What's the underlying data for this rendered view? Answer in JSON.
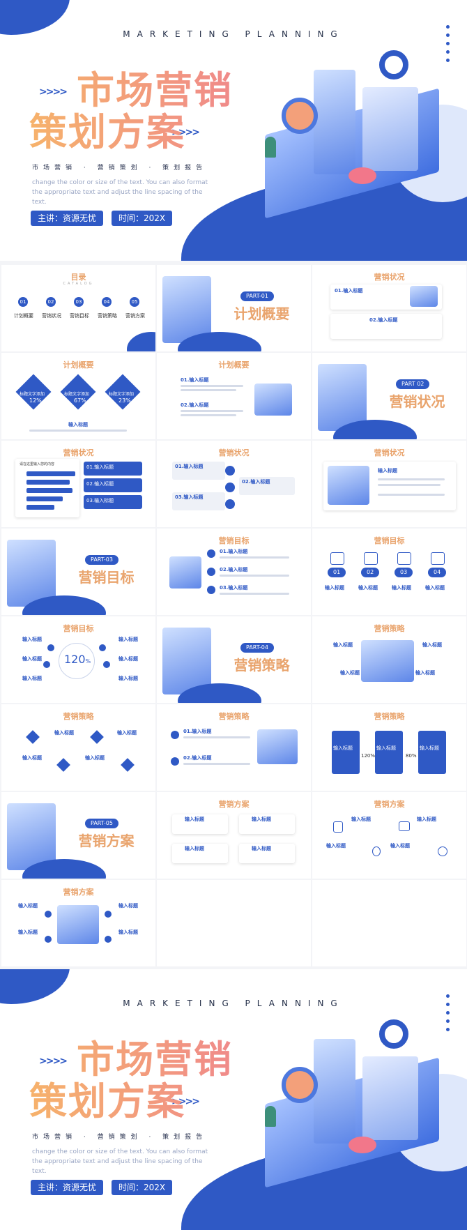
{
  "cover": {
    "header": "MARKETING PLANNING",
    "title_line1": "市场营销",
    "title_line2": "策划方案",
    "subtitle": "市场营销 · 营销策划 · 策划报告",
    "note": "change the color or size of the text. You can also format the appropriate text and adjust the line spacing of the text.",
    "speaker": "主讲：资源无忧",
    "time": "时间：202X",
    "arrows": ">>>>"
  },
  "thumbs": {
    "t1": {
      "title": "目录",
      "sub": "CATALOG",
      "items": [
        {
          "num": "01",
          "label": "计划概要"
        },
        {
          "num": "02",
          "label": "营销状况"
        },
        {
          "num": "03",
          "label": "营销目标"
        },
        {
          "num": "04",
          "label": "营销策略"
        },
        {
          "num": "05",
          "label": "营销方案"
        }
      ]
    },
    "t2": {
      "part": "PART-01",
      "title": "计划概要"
    },
    "t3": {
      "title": "营销状况",
      "item1": "01.输入标题",
      "item2": "02.输入标题"
    },
    "t4": {
      "title": "计划概要",
      "labels": [
        "标题文字添加",
        "标题文字添加",
        "标题文字添加"
      ],
      "pcts": [
        "12%",
        "67%",
        "23%"
      ],
      "input": "输入标题"
    },
    "t5": {
      "title": "计划概要",
      "item1": "01.输入标题",
      "item2": "02.输入标题"
    },
    "t6": {
      "part": "PART 02",
      "title": "营销状况"
    },
    "t7": {
      "title": "营销状况",
      "chart": "请在这里输入您的内容",
      "items": [
        "01.输入标题",
        "02.输入标题",
        "03.输入标题"
      ]
    },
    "t8": {
      "title": "营销状况",
      "items": [
        "01.输入标题",
        "02.输入标题",
        "03.输入标题"
      ]
    },
    "t9": {
      "title": "营销状况",
      "item": "输入标题"
    },
    "t10": {
      "part": "PART-03",
      "title": "营销目标"
    },
    "t11": {
      "title": "营销目标",
      "items": [
        "01.输入标题",
        "02.输入标题",
        "03.输入标题"
      ]
    },
    "t12": {
      "title": "营销目标",
      "nums": [
        "01",
        "02",
        "03",
        "04"
      ],
      "label": "输入标题"
    },
    "t13": {
      "title": "营销目标",
      "center": "120",
      "unit": "%",
      "label": "输入标题"
    },
    "t14": {
      "part": "PART-04",
      "title": "营销策略"
    },
    "t15": {
      "title": "营销策略",
      "label": "输入标题"
    },
    "t16": {
      "title": "营销策略",
      "label": "输入标题"
    },
    "t17": {
      "title": "营销策略",
      "item1": "01.输入标题",
      "item2": "02.输入标题"
    },
    "t18": {
      "title": "营销策略",
      "label": "输入标题",
      "p1": "120%",
      "p2": "80%"
    },
    "t19": {
      "part": "PART-05",
      "title": "营销方案"
    },
    "t20": {
      "title": "营销方案",
      "label": "输入标题"
    },
    "t21": {
      "title": "营销方案",
      "label": "输入标题"
    },
    "t22": {
      "title": "营销方案",
      "label": "输入标题"
    }
  },
  "colors": {
    "brand": "#2f59c5",
    "accent": "#f0a56a"
  }
}
